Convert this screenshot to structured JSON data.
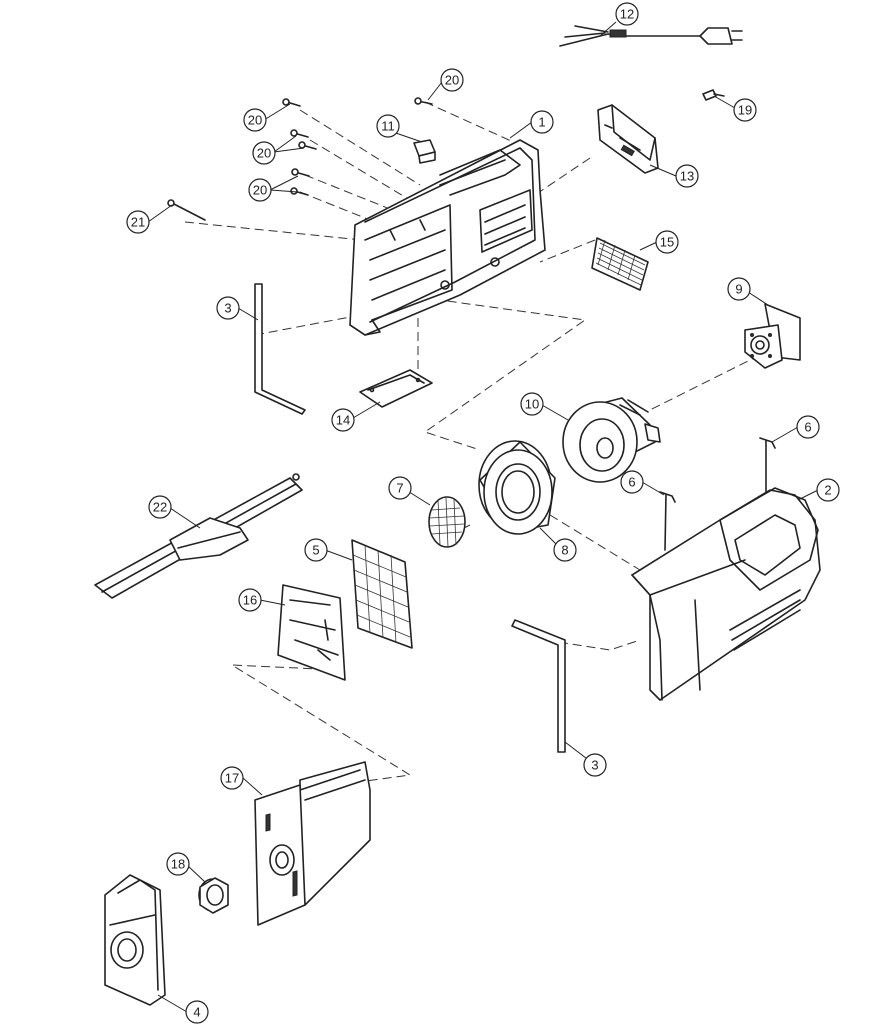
{
  "callouts": [
    {
      "id": "c1",
      "label": "1"
    },
    {
      "id": "c2",
      "label": "2"
    },
    {
      "id": "c3a",
      "label": "3"
    },
    {
      "id": "c3b",
      "label": "3"
    },
    {
      "id": "c4",
      "label": "4"
    },
    {
      "id": "c5",
      "label": "5"
    },
    {
      "id": "c6a",
      "label": "6"
    },
    {
      "id": "c6b",
      "label": "6"
    },
    {
      "id": "c7",
      "label": "7"
    },
    {
      "id": "c8",
      "label": "8"
    },
    {
      "id": "c9",
      "label": "9"
    },
    {
      "id": "c10",
      "label": "10"
    },
    {
      "id": "c11",
      "label": "11"
    },
    {
      "id": "c12",
      "label": "12"
    },
    {
      "id": "c13",
      "label": "13"
    },
    {
      "id": "c14",
      "label": "14"
    },
    {
      "id": "c15",
      "label": "15"
    },
    {
      "id": "c16",
      "label": "16"
    },
    {
      "id": "c17",
      "label": "17"
    },
    {
      "id": "c18",
      "label": "18"
    },
    {
      "id": "c19",
      "label": "19"
    },
    {
      "id": "c20a",
      "label": "20"
    },
    {
      "id": "c20b",
      "label": "20"
    },
    {
      "id": "c20c",
      "label": "20"
    },
    {
      "id": "c20d",
      "label": "20"
    },
    {
      "id": "c21",
      "label": "21"
    },
    {
      "id": "c22",
      "label": "22"
    }
  ]
}
